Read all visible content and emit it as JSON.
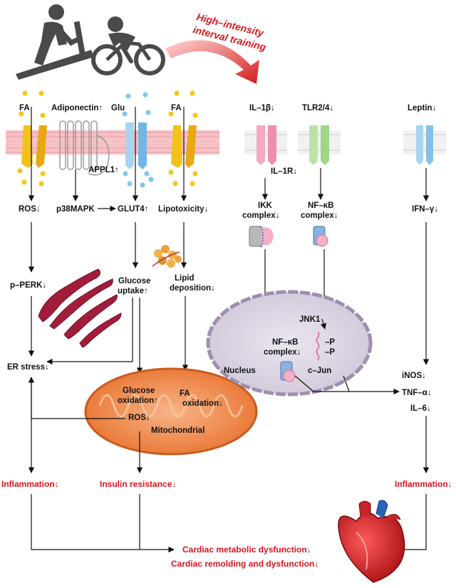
{
  "exercise": {
    "title_line1": "High–intensity",
    "title_line2": "interval training"
  },
  "membrane_left": {
    "fa1": "FA",
    "adiponectin": "Adiponectin↑",
    "glu": "Glu",
    "fa2": "FA",
    "appl1": "APPL1↑"
  },
  "left_pathway": {
    "ros1": "ROS↓",
    "p38": "p38MAPK",
    "glut4": "GLUT4↑",
    "lipotoxicity": "Lipotoxicity↓",
    "pperk": "p–PERK↓",
    "glucose_uptake_1": "Glucose",
    "glucose_uptake_2": "uptake↑",
    "lipid_dep_1": "Lipid",
    "lipid_dep_2": "deposition↓",
    "er_stress": "ER stress↓"
  },
  "mitochondria": {
    "glucose_ox_1": "Glucose",
    "glucose_ox_2": "oxidation↑",
    "fa_ox_1": "FA",
    "fa_ox_2": "oxidation↓",
    "ros": "ROS↓",
    "label": "Mitochondrial"
  },
  "right_pathway": {
    "il1b": "IL–1β↓",
    "tlr": "TLR2/4↓",
    "leptin": "Leptin↓",
    "il1r": "IL–1R↓",
    "ikk_1": "IKK",
    "ikk_2": "complex↓",
    "nfkb_1": "NF–κB",
    "nfkb_2": "complex↓",
    "ifn": "IFN–γ↓",
    "jnk1": "JNK1",
    "p1": "–P",
    "p2": "–P",
    "nuc_nfkb_1": "NF–κB",
    "nuc_nfkb_2": "complex↓",
    "cjun": "c–Jun",
    "nucleus": "Nucleus",
    "inos": "iNOS↓",
    "tnf": "TNF–α↓",
    "il6": "IL–6↓"
  },
  "outcomes": {
    "inflammation_left": "Inflammation↓",
    "insulin_resistance": "Insulin resistance↓",
    "inflammation_right": "Inflammation↓",
    "cardiac_metabolic": "Cardiac metabolic dysfunction↓",
    "cardiac_remodeling": "Cardiac remolding and dysfunction↓"
  },
  "colors": {
    "red_text": "#d4171e",
    "membrane": "#f4b3b8",
    "channel_yellow": "#f2c21b",
    "channel_blue": "#8cc7ea",
    "mito_orange": "#f08a4a",
    "nucleus_fill": "#ddd6e4",
    "er_red": "#a31d3b"
  }
}
